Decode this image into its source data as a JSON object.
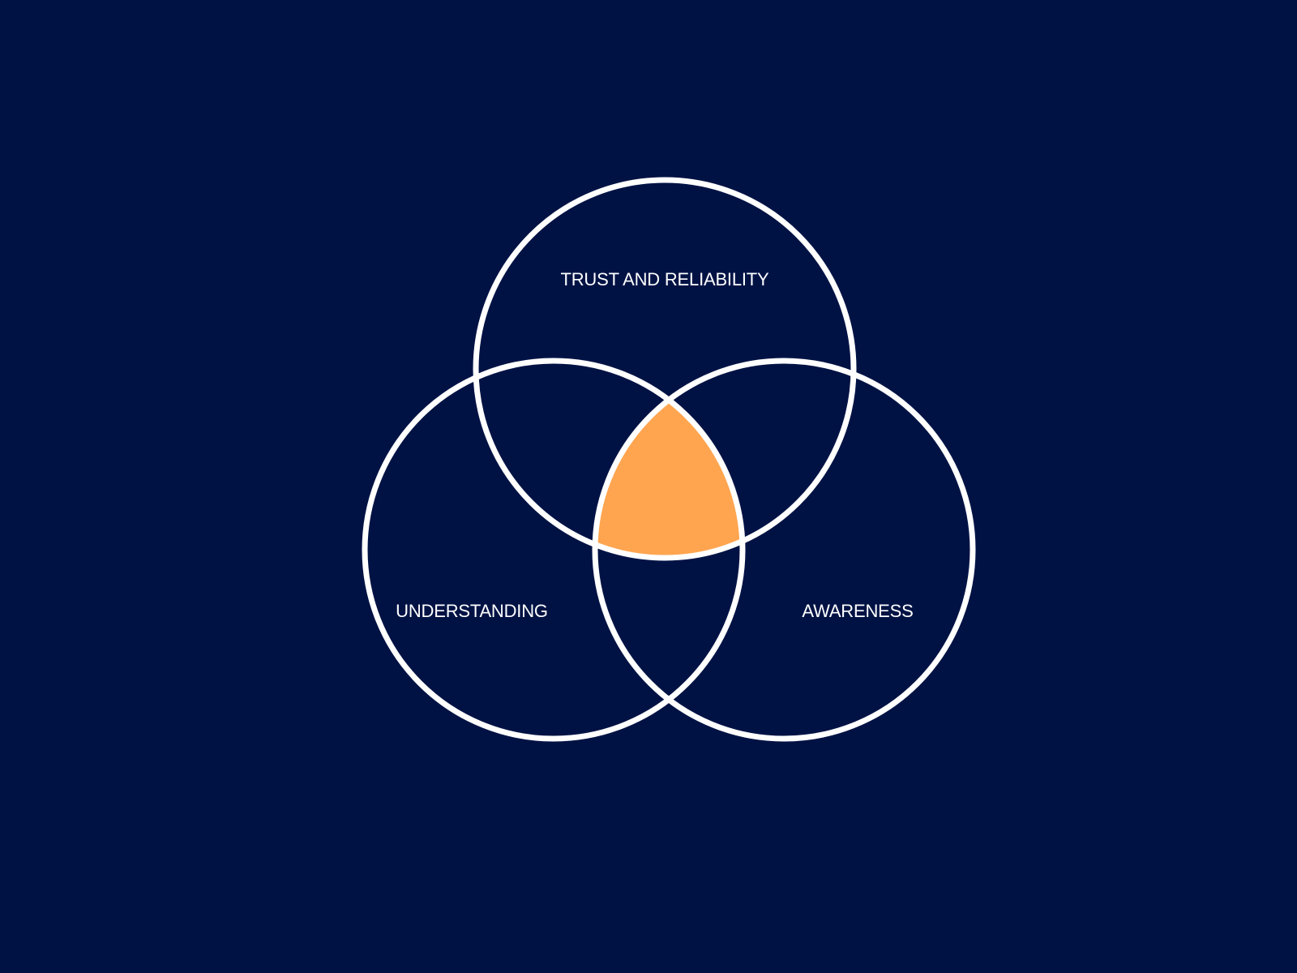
{
  "colors": {
    "background": "#001244",
    "circle_stroke": "#ffffff",
    "label_text": "#ffffff",
    "intersection_fill": "#ffa550"
  },
  "diagram": {
    "type": "venn",
    "sets": [
      {
        "id": "trust",
        "label": "TRUST AND RELIABILITY"
      },
      {
        "id": "understanding",
        "label": "UNDERSTANDING"
      },
      {
        "id": "awareness",
        "label": "AWARENESS"
      }
    ],
    "highlighted_region": "intersection of all three sets"
  }
}
